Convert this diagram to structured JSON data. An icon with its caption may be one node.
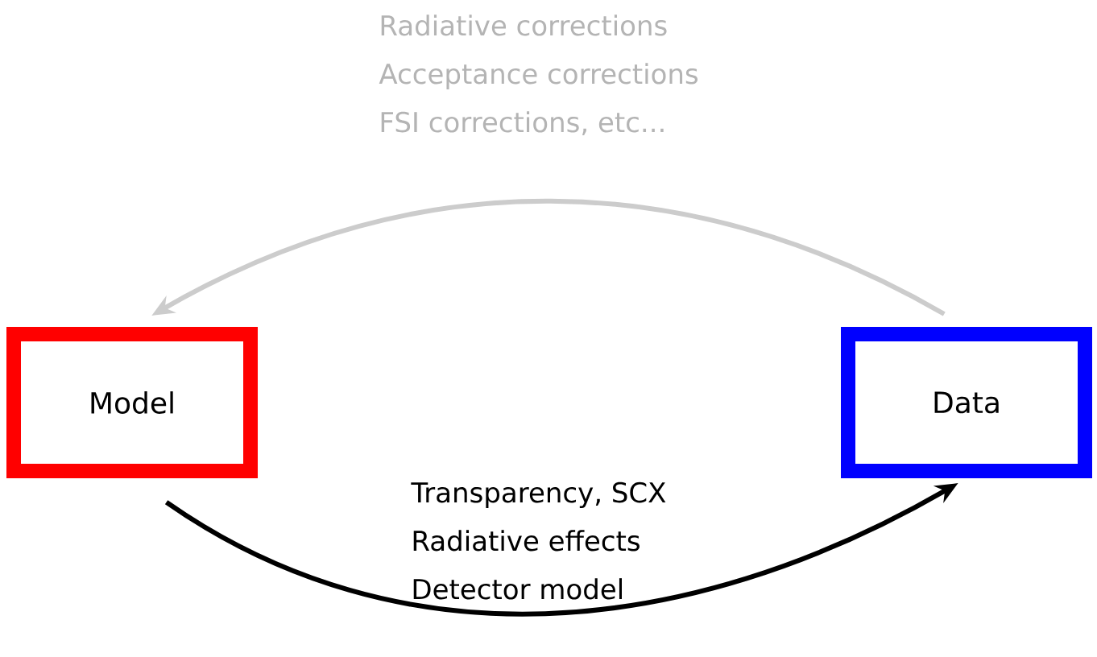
{
  "diagram": {
    "nodes": [
      {
        "text": [
          "Model"
        ]
      },
      {
        "text": [
          "Data"
        ]
      }
    ],
    "edges": [
      {
        "from": 1,
        "to": 0,
        "arrow": "to",
        "color": "#cccccc"
      },
      {
        "from": 0,
        "to": 1,
        "arrow": "to",
        "color": "#000000"
      }
    ],
    "labels": [
      "Radiative corrections",
      "Acceptance corrections",
      "FSI corrections, etc...",
      "Transparency, SCX",
      "Radiative effects",
      "Detector model"
    ]
  }
}
